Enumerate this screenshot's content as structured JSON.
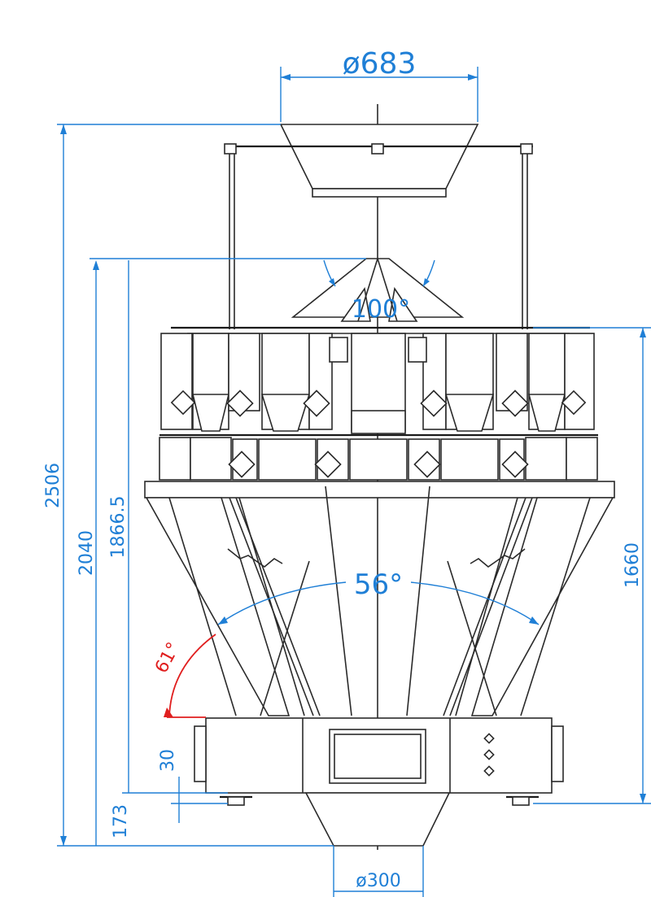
{
  "dimensions": {
    "top_diameter": "ø683",
    "bottom_diameter": "ø300",
    "total_height": "2506",
    "height_2040": "2040",
    "height_1866": "1866.5",
    "height_1660": "1660",
    "dim_30": "30",
    "dim_173": "173",
    "angle_100": "100°",
    "angle_56": "56°",
    "angle_61": "61°"
  },
  "colors": {
    "dimension": "#1f7fd6",
    "angle_highlight": "#e01e1e",
    "linework": "#2a2a2a"
  }
}
